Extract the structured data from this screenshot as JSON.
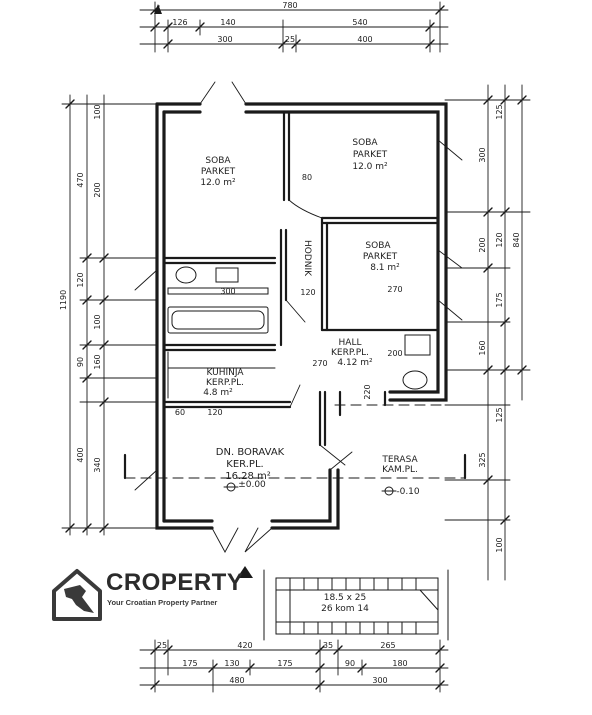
{
  "rooms": {
    "room1_name": "SOBA",
    "room1_floor": "PARKET",
    "room1_area": "12.0 m²",
    "room2_name": "SOBA",
    "room2_floor": "PARKET",
    "room2_area": "12.0 m²",
    "room3_name": "SOBA",
    "room3_floor": "PARKET",
    "room3_area": "8.1 m²",
    "hall_name": "HALL",
    "hall_floor": "KERP.PL.",
    "hall_area": "4.12 m²",
    "kitchen_name": "KUHINJA",
    "kitchen_floor": "KERP.PL.",
    "kitchen_area": "4.8 m²",
    "living_name": "DN. BORAVAK",
    "living_floor": "KER.PL.",
    "living_area": "16.28 m²",
    "living_level": "±0.00",
    "terrace_name": "TERASA",
    "terrace_floor": "KAM.PL.",
    "terrace_level": "-0.10",
    "stairs_label": "18.5 x 25",
    "stairs_count": "26 kom 14",
    "wardrobe_label": "HODNIK"
  },
  "dims_top": {
    "overall": "780",
    "row2": [
      "126",
      "140",
      "540"
    ],
    "row3": [
      "300",
      "25",
      "400"
    ]
  },
  "dims_bottom": {
    "row1": [
      "25",
      "420",
      "35",
      "265"
    ],
    "row2": [
      "175",
      "130",
      "175",
      "90",
      "180"
    ],
    "row3": [
      "480",
      "300"
    ]
  },
  "dims_left": {
    "overall": "1190",
    "row2": [
      "470",
      "120",
      "90",
      "400"
    ],
    "row3": [
      "100",
      "200",
      "100",
      "160",
      "340"
    ]
  },
  "dims_right": {
    "overall": "840",
    "row2": [
      "300",
      "200",
      "160",
      "325"
    ],
    "row3": [
      "125",
      "120",
      "175",
      "125",
      "100"
    ]
  },
  "interior_dims": [
    "80",
    "300",
    "120",
    "270",
    "270",
    "200",
    "120",
    "60",
    "220"
  ],
  "logo": {
    "brand": "CROPERTY",
    "tagline": "Your Croatian Property Partner",
    "icon": "house-croatia-map-icon"
  }
}
